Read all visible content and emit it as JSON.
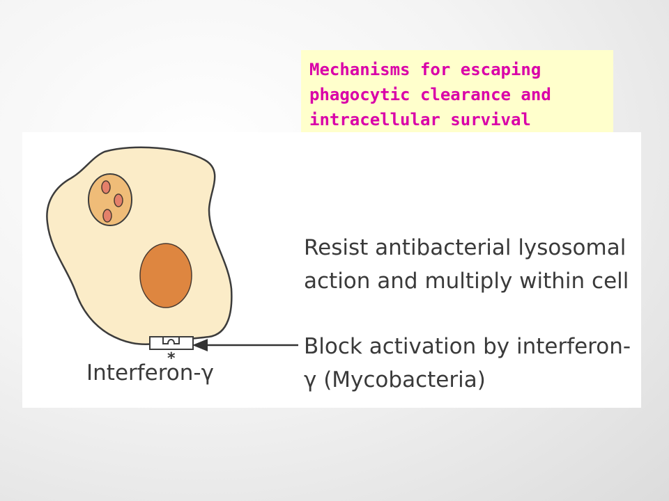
{
  "title": {
    "lines": [
      "Mechanisms for escaping",
      "phagocytic clearance and",
      "intracellular survival"
    ],
    "color": "#d900a8",
    "background": "#ffffcc"
  },
  "figure": {
    "labels": {
      "resist_line1": "Resist antibacterial lysosomal",
      "resist_line2": "action and multiply within cell",
      "block_line1": "Block activation by interferon-",
      "block_line2": "γ (Mycobacteria)",
      "receptor_label": "Interferon-γ",
      "receptor_marker": "*"
    },
    "colors": {
      "cell_fill": "#fbecc8",
      "cell_outline": "#3c3c3c",
      "phagosome_fill": "#efbc78",
      "bacteria_fill": "#e4806a",
      "nucleus_fill": "#de8640",
      "text": "#3a3a3a"
    },
    "icons": [
      "macrophage-cell",
      "phagosome",
      "bacterium",
      "nucleus",
      "receptor",
      "arrow-left"
    ]
  }
}
